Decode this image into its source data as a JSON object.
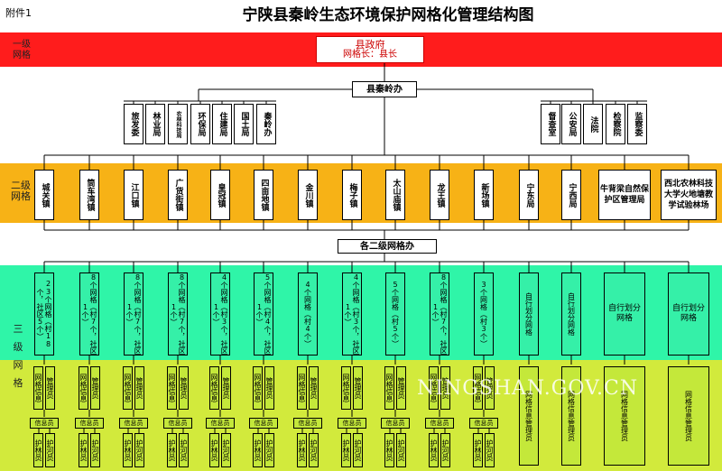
{
  "header": {
    "attachment": "附件1",
    "title": "宁陕县秦岭生态环境保护网格化管理结构图"
  },
  "levels": {
    "l1": "一级网格",
    "l2": "二级网格",
    "l3": "三级网格"
  },
  "l1_box": {
    "line1": "县政府",
    "line2": "网格长：县长"
  },
  "qinling_office": "县秦岭办",
  "left_depts": [
    "旅发委",
    "林业局",
    "农林科技局",
    "环保局",
    "住建局",
    "国土局",
    "秦岭办"
  ],
  "right_depts": [
    "督查室",
    "公安局",
    "法院",
    "检察院",
    "监察委"
  ],
  "towns": [
    "城关镇",
    "筒车湾镇",
    "江口镇",
    "广货街镇",
    "皇冠镇",
    "四亩地镇",
    "金川镇",
    "梅子镇",
    "太山庙镇",
    "龙王镇",
    "新场镇",
    "宁东局",
    "宁西局",
    "牛背梁自然保护区管理局",
    "西北农林科技大学火地塘教学试验林场"
  ],
  "l2_office": "各二级网格办",
  "grids": [
    "23个网格（村18个，社区5个）",
    "8个网格（村7个，社区1个）",
    "8个网格（村7个，社区1个）",
    "8个网格（村7个，社区1个）",
    "4个网格（村3个，社区1个）",
    "5个网格（村4个，社区1个）",
    "4个网格（村4个）",
    "4个网格（村3个，社区1个）",
    "5个网格（村5个）",
    "8个网格（村7个，社区1个）",
    "3个网格（村3个）",
    "自行划分网格",
    "自行划分网格",
    "自行划分网格",
    "自行划分网格"
  ],
  "staff": {
    "grid_info": "网格信息",
    "admin": "管理员",
    "info_staff": "信息员",
    "forest": "护林员",
    "river": "护河员",
    "full": "网格信息管理员"
  },
  "watermark": "NINGSHAN.GOV.CN",
  "colors": {
    "red": "#ff1c1c",
    "orange": "#f7b216",
    "green": "#2ff5a8",
    "lime": "#d2ea3c"
  }
}
